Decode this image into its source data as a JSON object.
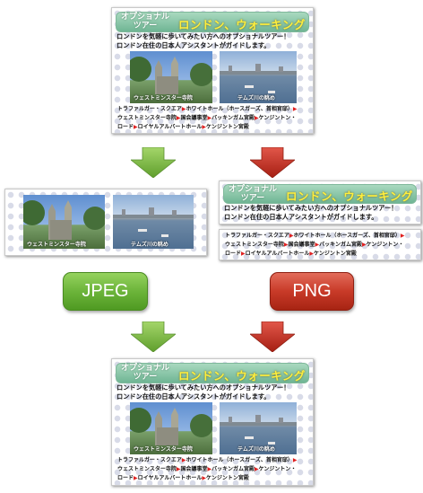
{
  "tour": {
    "label": "オプショナル\nツアー",
    "label_line1": "オプショナル",
    "label_line2": "ツアー",
    "title": "ロンドン、ウォーキング",
    "intro_line1": "ロンドンを気軽に歩いてみたい方へのオプショナルツアー！",
    "intro_line2": "ロンドン在住の日本人アシスタントがガイドします。",
    "photo1_caption": "ウェストミンスター寺院",
    "photo2_caption": "テムズ川の眺め",
    "route_line1": [
      "トラファルガー・スクエア",
      "ホワイトホール（ホースガーズ、首相官邸）"
    ],
    "route_line2": [
      "ウェストミンスター寺院",
      "国会議事堂",
      "バッキンガム宮殿",
      "ケンジントン"
    ],
    "route_line3": [
      "ロード",
      "ロイヤルアルバートホール",
      "ケンジントン宮殿"
    ],
    "route_line1_full": "トラファルガー・スクエア▶ホワイトホール（ホースガーズ、首相官邸）▶",
    "route_line2_full": "ウェストミンスター寺院▶国会議事堂▶バッキンガム宮殿▶ケンジントン・",
    "route_line3_full": "ロード▶ロイヤルアルバートホール▶ケンジントン宮殿",
    "separator": "▶"
  },
  "buttons": {
    "jpeg": "JPEG",
    "png": "PNG"
  },
  "colors": {
    "jpeg_green": "#6cb43a",
    "png_red": "#c83a28",
    "title_yellow": "#ffef3d",
    "bar_green": "#8ccaa8"
  }
}
